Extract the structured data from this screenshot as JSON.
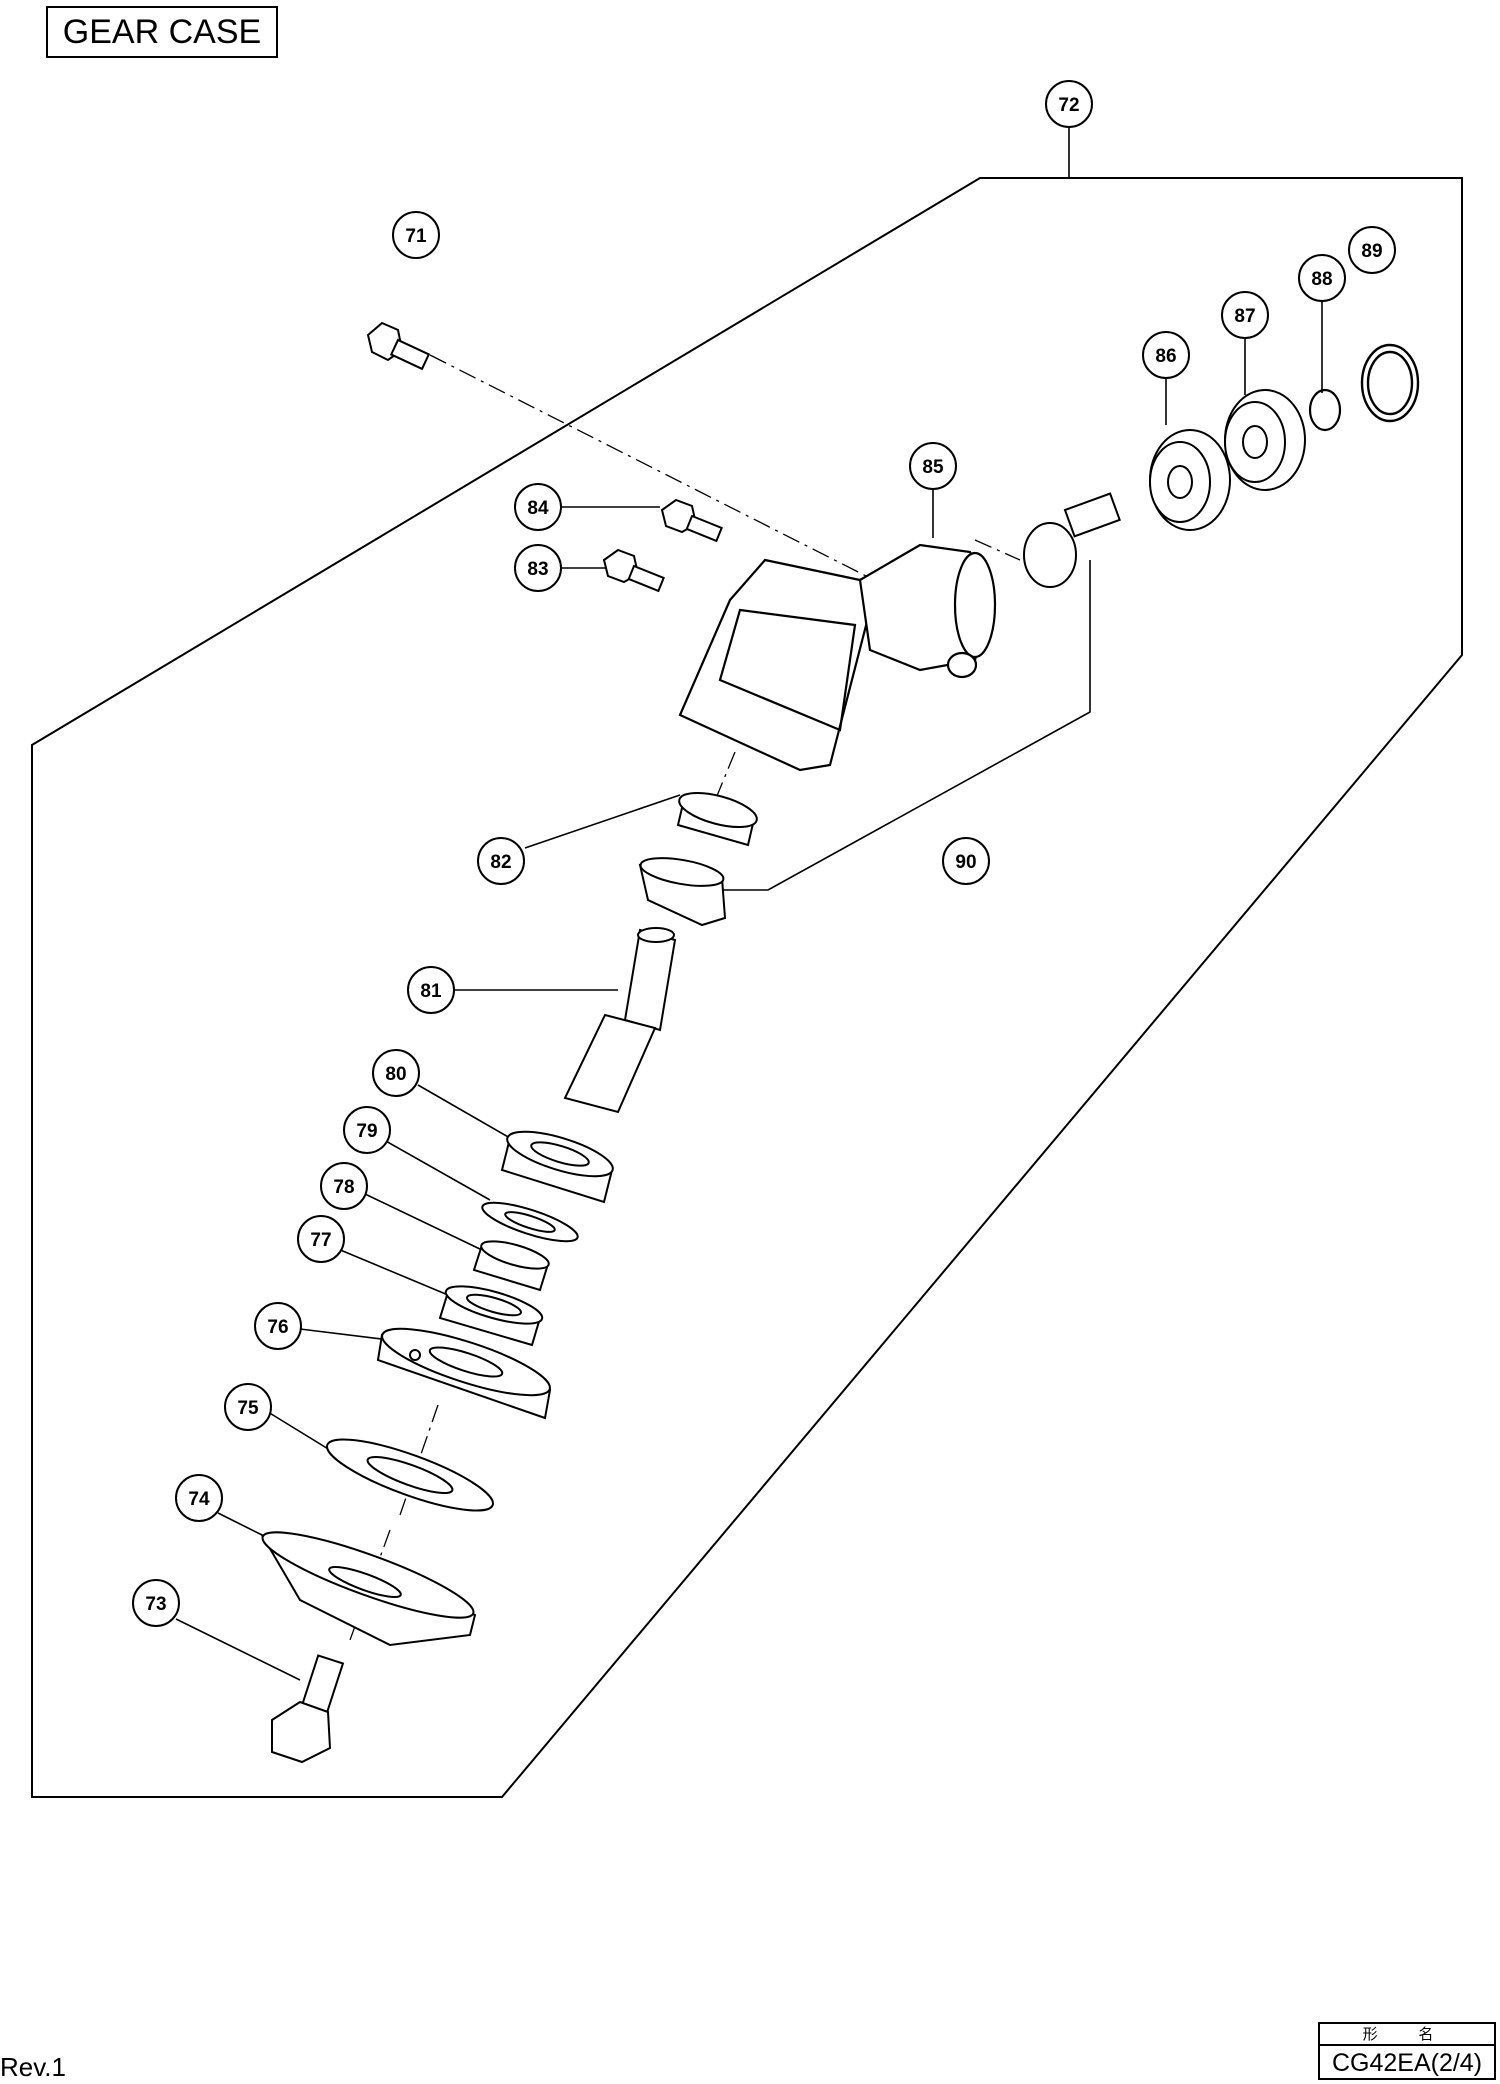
{
  "section_title": "GEAR CASE",
  "revision": "Rev.1",
  "model": {
    "header": "形 名",
    "value": "CG42EA(2/4)"
  },
  "callouts": [
    "71",
    "72",
    "73",
    "74",
    "75",
    "76",
    "77",
    "78",
    "79",
    "80",
    "81",
    "82",
    "83",
    "84",
    "85",
    "86",
    "87",
    "88",
    "89",
    "90"
  ],
  "colors": {
    "ink": "#000000",
    "paper": "#ffffff",
    "fill": "#f2f2f2"
  }
}
